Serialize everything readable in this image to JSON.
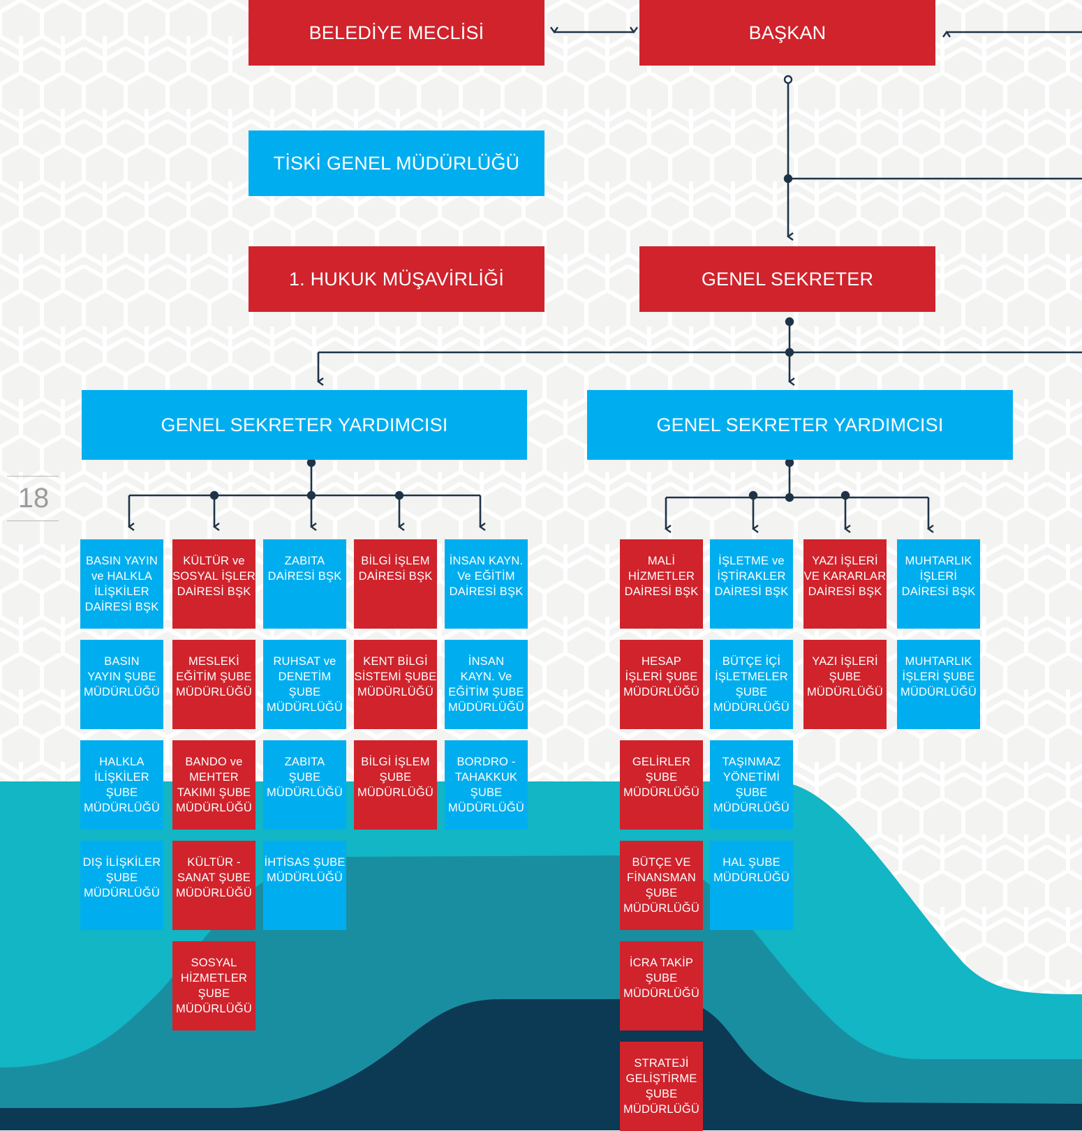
{
  "page_number": "18",
  "colors": {
    "red": "#d0232c",
    "blue": "#00aeef",
    "line": "#1e3347",
    "wave_light": "#12b6c4",
    "wave_mid": "#1a8ea1",
    "wave_dark": "#0c3953"
  },
  "top": {
    "council": "BELEDİYE MECLİSİ",
    "mayor": "BAŞKAN",
    "tiski": "TİSKİ GENEL MÜDÜRLÜĞÜ",
    "legal": "1. HUKUK MÜŞAVİRLİĞİ",
    "secretary": "GENEL SEKRETER"
  },
  "deputies": {
    "left": "GENEL SEKRETER YARDIMCISI",
    "right": "GENEL SEKRETER YARDIMCISI"
  },
  "left_columns": [
    {
      "color": "blue",
      "items": [
        "BASIN YAYIN\nve HALKLA\nİLİŞKİLER\nDAİRESİ BŞK",
        "BASIN\nYAYIN ŞUBE\nMÜDÜRLÜĞÜ",
        "HALKLA\nİLİŞKİLER\nŞUBE\nMÜDÜRLÜĞÜ",
        "DIŞ İLİŞKİLER\nŞUBE\nMÜDÜRLÜĞÜ"
      ]
    },
    {
      "color": "red",
      "items": [
        "KÜLTÜR ve\nSOSYAL İŞLER\nDAİRESİ BŞK",
        "MESLEKİ\nEĞİTİM ŞUBE\nMÜDÜRLÜĞÜ",
        "BANDO ve\nMEHTER\nTAKIMI ŞUBE\nMÜDÜRLÜĞÜ",
        "KÜLTÜR -\nSANAT ŞUBE\nMÜDÜRLÜĞÜ",
        "SOSYAL\nHİZMETLER\nŞUBE\nMÜDÜRLÜĞÜ"
      ]
    },
    {
      "color": "blue",
      "items": [
        "ZABITA\nDAİRESİ BŞK",
        "RUHSAT ve\nDENETİM ŞUBE\nMÜDÜRLÜĞÜ",
        "ZABITA\nŞUBE\nMÜDÜRLÜĞÜ",
        "İHTİSAS ŞUBE\nMÜDÜRLÜĞÜ"
      ]
    },
    {
      "color": "red",
      "items": [
        "BİLGİ İŞLEM\nDAİRESİ BŞK",
        "KENT BİLGİ\nSİSTEMİ ŞUBE\nMÜDÜRLÜĞÜ",
        "BİLGİ İŞLEM\nŞUBE\nMÜDÜRLÜĞÜ"
      ]
    },
    {
      "color": "blue",
      "items": [
        "İNSAN KAYN.\nVe EĞİTİM\nDAİRESİ BŞK",
        "İNSAN\nKAYN. Ve\nEĞİTİM ŞUBE\nMÜDÜRLÜĞÜ",
        "BORDRO -\nTAHAKKUK\nŞUBE\nMÜDÜRLÜĞÜ"
      ]
    }
  ],
  "right_columns": [
    {
      "color": "red",
      "items": [
        "MALİ\nHİZMETLER\nDAİRESİ BŞK",
        "HESAP\nİŞLERİ ŞUBE\nMÜDÜRLÜĞÜ",
        "GELİRLER\nŞUBE\nMÜDÜRLÜĞÜ",
        "BÜTÇE VE\nFİNANSMAN\nŞUBE\nMÜDÜRLÜĞÜ",
        "İCRA TAKİP\nŞUBE\nMÜDÜRLÜĞÜ",
        "STRATEJİ\nGELİŞTİRME\nŞUBE\nMÜDÜRLÜĞÜ"
      ]
    },
    {
      "color": "blue",
      "items": [
        "İŞLETME ve\nİŞTİRAKLER\nDAİRESİ BŞK",
        "BÜTÇE İÇİ\nİŞLETMELER\nŞUBE\nMÜDÜRLÜĞÜ",
        "TAŞINMAZ\nYÖNETİMİ\nŞUBE\nMÜDÜRLÜĞÜ",
        "HAL ŞUBE\nMÜDÜRLÜĞÜ"
      ]
    },
    {
      "color": "red",
      "items": [
        "YAZI İŞLERİ\nVE KARARLAR\nDAİRESİ BŞK",
        "YAZI İŞLERİ\nŞUBE\nMÜDÜRLÜĞÜ"
      ]
    },
    {
      "color": "blue",
      "items": [
        "MUHTARLIK\nİŞLERİ\nDAİRESİ BŞK",
        "MUHTARLIK\nİŞLERİ  ŞUBE\nMÜDÜRLÜĞÜ"
      ]
    }
  ]
}
